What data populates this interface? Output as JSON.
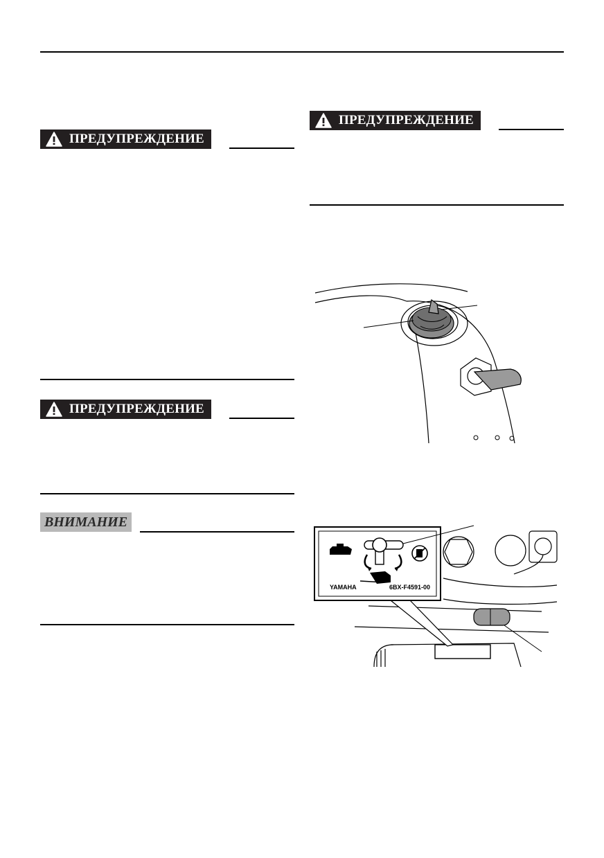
{
  "warnings": [
    {
      "label": "ПРЕДУПРЕЖДЕНИЕ"
    },
    {
      "label": "ПРЕДУПРЕЖДЕНИЕ"
    },
    {
      "label": "ПРЕДУПРЕЖДЕНИЕ"
    }
  ],
  "caution": {
    "label": "ВНИМАНИЕ"
  },
  "fuel_label": {
    "brand": "YAMAHA",
    "part_number": "6BX-F4591-00"
  }
}
